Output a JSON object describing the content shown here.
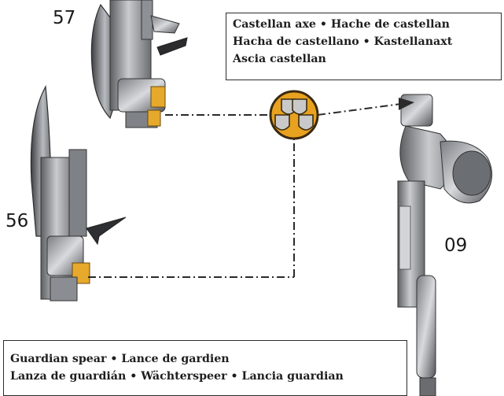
{
  "parts": [
    {
      "number": "57"
    },
    {
      "number": "56"
    },
    {
      "number": "09"
    }
  ],
  "callouts": {
    "axe": {
      "lines": [
        "Castellan axe • Hache de castellan",
        "Hacha de castellano • Kastellanaxt",
        "Ascia castellan"
      ]
    },
    "spear": {
      "lines": [
        "Guardian spear • Lance de gardien",
        "Lanza de guardián • Wächterspeer • Lancia guardian"
      ]
    }
  },
  "colors": {
    "connector_line": "#2a2a2a",
    "choice_badge_fill": "#e8a21f",
    "choice_badge_ring": "#3a2a10",
    "shield_fill": "#c9c9c9",
    "part_tab": "#e6a92b",
    "metal_dark": "#5d5f63",
    "metal_mid": "#9a9da2",
    "metal_light": "#d4d6d9"
  },
  "icons": {
    "choice_badge": "three-shields-choice-icon",
    "arrow": "arrow-right-icon"
  }
}
